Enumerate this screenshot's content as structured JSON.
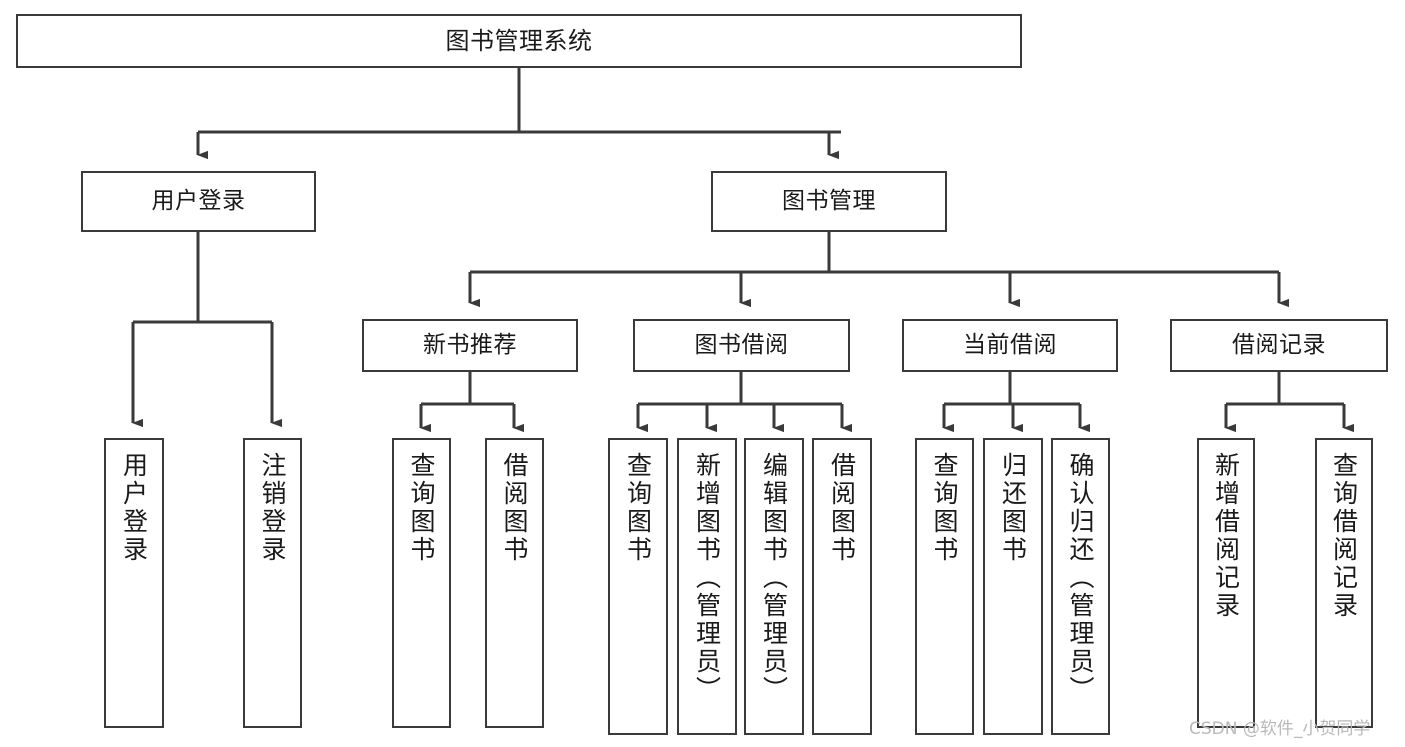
{
  "diagram": {
    "title": "图书管理系统",
    "type": "tree",
    "orientation": "top-down",
    "colors": {
      "box_border": "#3a3a3a",
      "box_fill": "#ffffff",
      "connector": "#3a3a3a",
      "text": "#1a1a1a",
      "watermark": "#b9b9b9",
      "background": "#ffffff"
    },
    "watermark": "CSDN @软件_小贺同学",
    "nodes": {
      "root": {
        "label": "图书管理系统",
        "level": 1
      },
      "level2": [
        {
          "id": "user-login",
          "label": "用户登录"
        },
        {
          "id": "book-management",
          "label": "图书管理"
        }
      ],
      "level3": [
        {
          "id": "new-book-recommend",
          "label": "新书推荐",
          "parent": "book-management"
        },
        {
          "id": "book-borrow",
          "label": "图书借阅",
          "parent": "book-management"
        },
        {
          "id": "current-borrow",
          "label": "当前借阅",
          "parent": "book-management"
        },
        {
          "id": "borrow-record",
          "label": "借阅记录",
          "parent": "book-management"
        }
      ],
      "leaves": {
        "user-login": [
          {
            "id": "leaf-user-login",
            "label": "用户登录"
          },
          {
            "id": "leaf-user-logout",
            "label": "注销登录"
          }
        ],
        "new-book-recommend": [
          {
            "id": "leaf-query-book-1",
            "label": "查询图书"
          },
          {
            "id": "leaf-borrow-book-1",
            "label": "借阅图书"
          }
        ],
        "book-borrow": [
          {
            "id": "leaf-query-book-2",
            "label": "查询图书"
          },
          {
            "id": "leaf-add-book",
            "label": "新增图书（管理员）"
          },
          {
            "id": "leaf-edit-book",
            "label": "编辑图书（管理员）"
          },
          {
            "id": "leaf-borrow-book-2",
            "label": "借阅图书"
          }
        ],
        "current-borrow": [
          {
            "id": "leaf-query-book-3",
            "label": "查询图书"
          },
          {
            "id": "leaf-return-book",
            "label": "归还图书"
          },
          {
            "id": "leaf-confirm-return",
            "label": "确认归还（管理员）"
          }
        ],
        "borrow-record": [
          {
            "id": "leaf-add-record",
            "label": "新增借阅记录"
          },
          {
            "id": "leaf-query-record",
            "label": "查询借阅记录"
          }
        ]
      }
    }
  }
}
